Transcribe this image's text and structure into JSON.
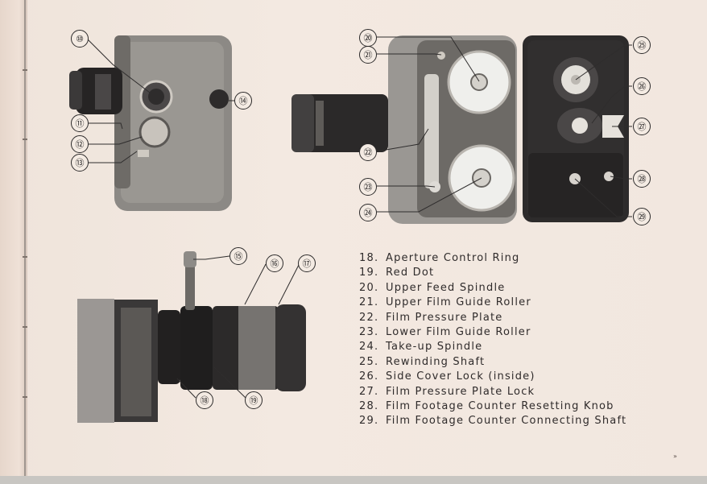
{
  "callouts": [
    "⑩",
    "⑪",
    "⑫",
    "⑬",
    "⑭",
    "⑮",
    "⑯",
    "⑰",
    "⑱",
    "⑲",
    "⑳",
    "㉑",
    "㉒",
    "㉓",
    "㉔",
    "㉕",
    "㉖",
    "㉗",
    "㉘",
    "㉙"
  ],
  "legend": [
    {
      "num": "18.",
      "label": "Aperture Control Ring"
    },
    {
      "num": "19.",
      "label": "Red Dot"
    },
    {
      "num": "20.",
      "label": "Upper Feed Spindle"
    },
    {
      "num": "21.",
      "label": "Upper Film Guide Roller"
    },
    {
      "num": "22.",
      "label": "Film Pressure Plate"
    },
    {
      "num": "23.",
      "label": "Lower Film Guide Roller"
    },
    {
      "num": "24.",
      "label": "Take-up Spindle"
    },
    {
      "num": "25.",
      "label": "Rewinding Shaft"
    },
    {
      "num": "26.",
      "label": "Side Cover Lock (inside)"
    },
    {
      "num": "27.",
      "label": "Film Pressure Plate Lock"
    },
    {
      "num": "28.",
      "label": "Film Footage Counter Resetting Knob"
    },
    {
      "num": "29.",
      "label": "Film Footage Counter Connecting Shaft"
    }
  ],
  "page_mark": "»",
  "colors": {
    "paper": "#f2e7df",
    "ink": "#2c2a2a",
    "camera_body": "#8d8a86",
    "camera_dark": "#242222"
  }
}
